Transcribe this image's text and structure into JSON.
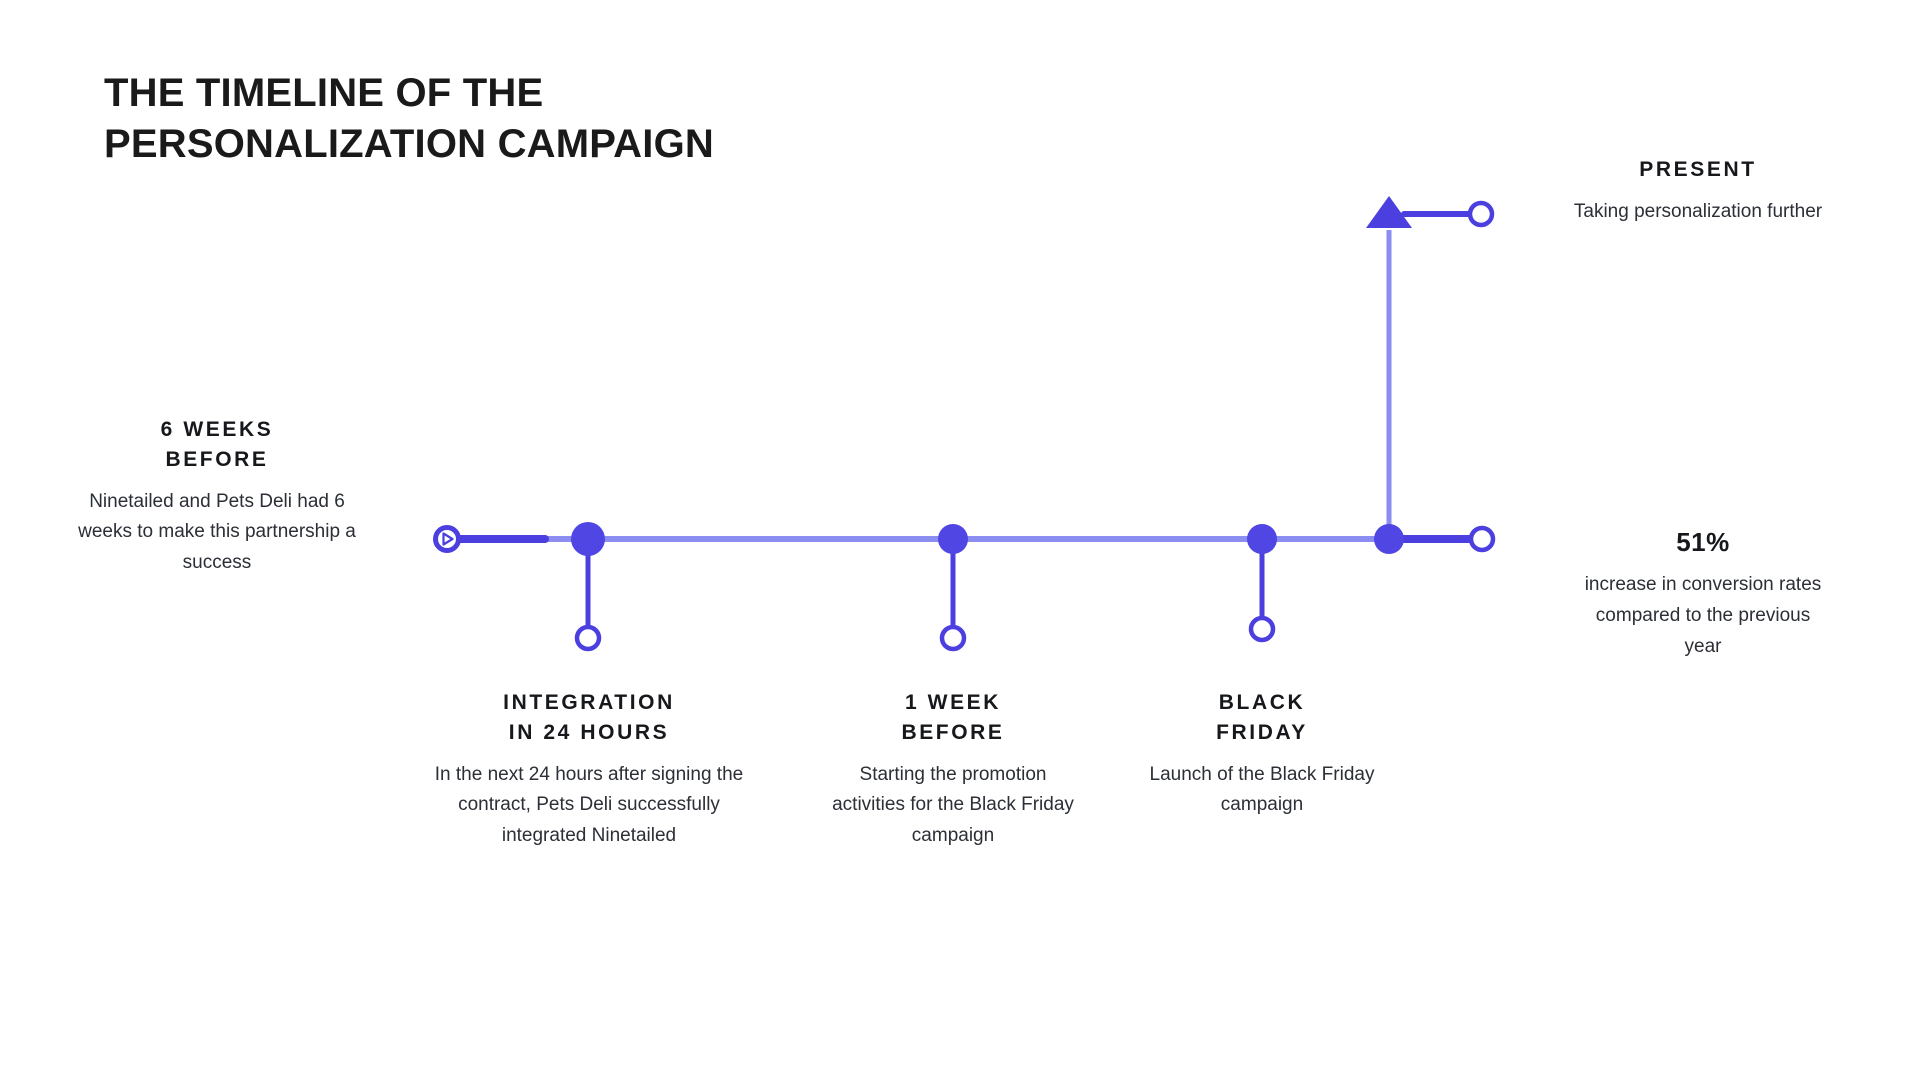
{
  "title": {
    "line1": "THE TIMELINE OF THE",
    "line2": "PERSONALIZATION CAMPAIGN"
  },
  "colors": {
    "accent_dark": "#4c3fe0",
    "accent_light": "#8b8ef0",
    "node_fill": "#5046e4",
    "text_dark": "#16181c",
    "text_body": "#2b2f36",
    "background": "#ffffff"
  },
  "milestones": [
    {
      "id": "six-weeks-before",
      "heading_line1": "6 WEEKS",
      "heading_line2": "BEFORE",
      "body": "Ninetailed and Pets Deli had 6 weeks to make this partnership a success",
      "position": "left-of-axis",
      "marker": "play-circle"
    },
    {
      "id": "integration-in-24-hours",
      "heading_line1": "INTEGRATION",
      "heading_line2": "IN 24 HOURS",
      "body": "In the next 24 hours after signing the contract, Pets Deli successfully integrated Ninetailed",
      "position": "below-axis",
      "marker": "filled-node-with-drop"
    },
    {
      "id": "one-week-before",
      "heading_line1": "1 WEEK",
      "heading_line2": "BEFORE",
      "body": "Starting the promotion activities for the Black Friday campaign",
      "position": "below-axis",
      "marker": "filled-node-with-drop"
    },
    {
      "id": "black-friday",
      "heading_line1": "BLACK",
      "heading_line2": "FRIDAY",
      "body": "Launch of the Black Friday campaign",
      "position": "below-axis",
      "marker": "filled-node-with-drop"
    },
    {
      "id": "present",
      "heading_line1": "PRESENT",
      "heading_line2": "",
      "body": "Taking personalization further",
      "position": "top-right",
      "marker": "arrow-up-with-circle"
    }
  ],
  "result": {
    "stat": "51%",
    "body": "increase in conversion rates compared to the previous year"
  },
  "chart_data": {
    "type": "timeline",
    "title": "The timeline of the personalization campaign",
    "axis_orientation": "horizontal",
    "events": [
      {
        "label": "6 WEEKS BEFORE",
        "description": "Ninetailed and Pets Deli had 6 weeks to make this partnership a success",
        "order": 1
      },
      {
        "label": "INTEGRATION IN 24 HOURS",
        "description": "In the next 24 hours after signing the contract, Pets Deli successfully integrated Ninetailed",
        "order": 2
      },
      {
        "label": "1 WEEK BEFORE",
        "description": "Starting the promotion activities for the Black Friday campaign",
        "order": 3
      },
      {
        "label": "BLACK FRIDAY",
        "description": "Launch of the Black Friday campaign",
        "order": 4
      },
      {
        "label": "PRESENT",
        "description": "Taking personalization further",
        "order": 5
      }
    ],
    "outcome": {
      "value": "51%",
      "description": "increase in conversion rates compared to the previous year"
    }
  }
}
